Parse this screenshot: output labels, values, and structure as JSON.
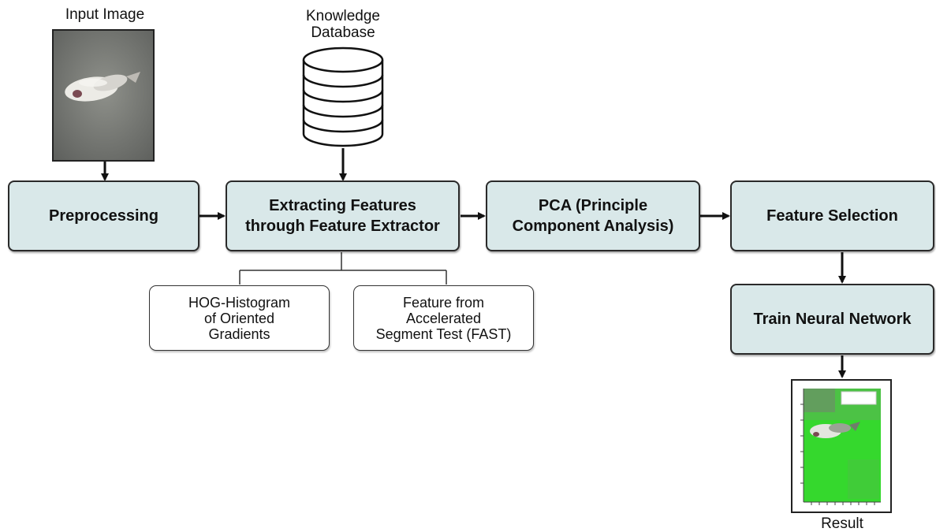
{
  "labels": {
    "input_image": "Input Image",
    "knowledge_db": "Knowledge\nDatabase",
    "result": "Result"
  },
  "boxes": {
    "preprocessing": "Preprocessing",
    "extracting": "Extracting Features\nthrough Feature Extractor",
    "pca": "PCA (Principle\nComponent Analysis)",
    "feature_selection": "Feature Selection",
    "train_nn": "Train Neural Network"
  },
  "sub_boxes": {
    "hog": "HOG-Histogram\nof Oriented\nGradients",
    "fast": "Feature from\nAccelerated\nSegment Test (FAST)"
  },
  "colors": {
    "box_fill": "#d9e8e9",
    "result_overlay": "#2fe02a"
  },
  "icons": {
    "input_photo": "fish-photo",
    "database": "database-icon",
    "result_photo": "segmented-fish-photo"
  }
}
